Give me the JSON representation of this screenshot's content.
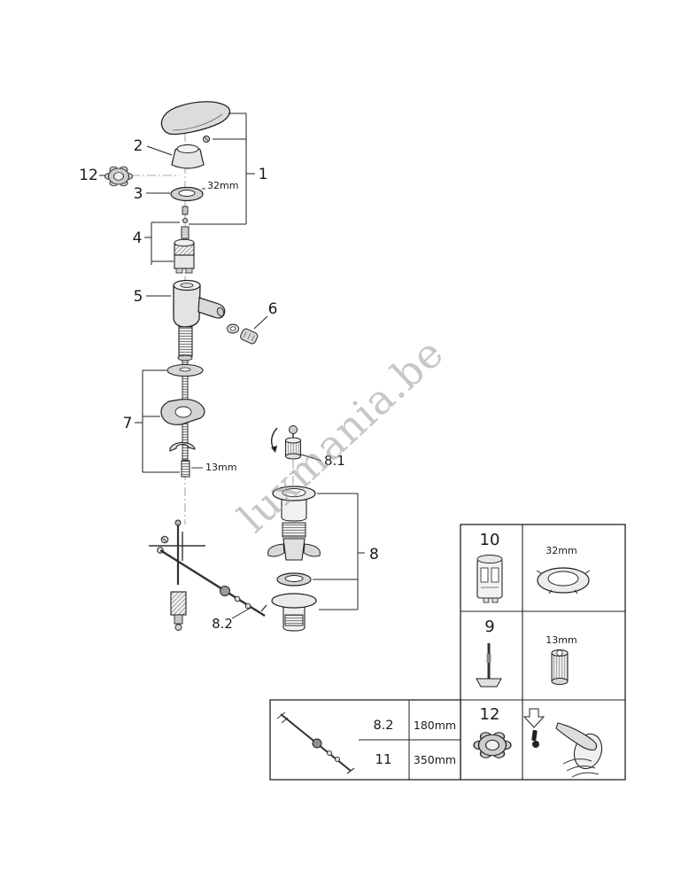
{
  "watermark": "luxmania.be",
  "callouts": {
    "n1": "1",
    "n2": "2",
    "n3": "3",
    "n4": "4",
    "n5": "5",
    "n6": "6",
    "n7": "7",
    "n8": "8",
    "n8_1": "8.1",
    "n8_2": "8.2",
    "n12": "12"
  },
  "dimensions": {
    "ring": "32mm",
    "stud": "13mm"
  },
  "panel": {
    "cells": [
      {
        "num": "10",
        "dim": "32mm"
      },
      {
        "num": "9",
        "dim": "13mm"
      },
      {
        "num": "12",
        "dim": ""
      }
    ]
  },
  "length_table": {
    "rows": [
      {
        "num": "8.2",
        "len": "180mm"
      },
      {
        "num": "11",
        "len": "350mm"
      }
    ]
  }
}
